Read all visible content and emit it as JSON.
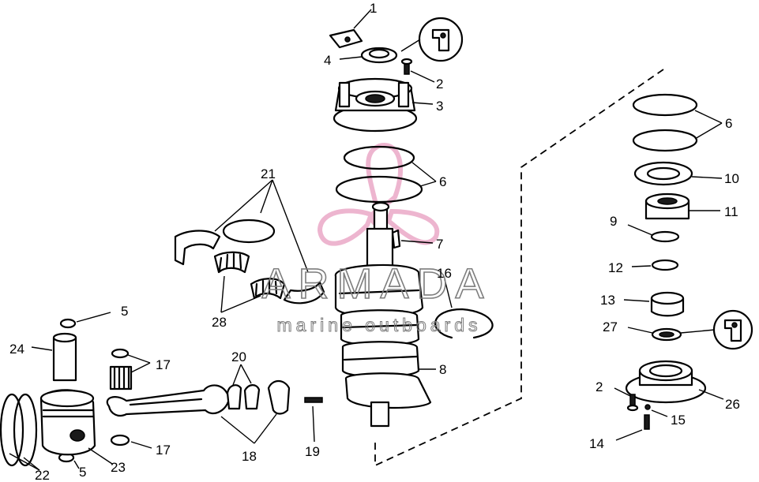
{
  "diagram": {
    "callouts": [
      "1",
      "2",
      "3",
      "4",
      "6",
      "7",
      "8",
      "16",
      "21",
      "28",
      "5",
      "24",
      "17",
      "20",
      "18",
      "19",
      "22",
      "23",
      "5",
      "17",
      "6",
      "10",
      "11",
      "9",
      "12",
      "13",
      "27",
      "2",
      "26",
      "15",
      "14"
    ]
  },
  "watermark": {
    "brand": "ARMADA",
    "tagline": "marine outboards",
    "color": "#e07aa8"
  }
}
